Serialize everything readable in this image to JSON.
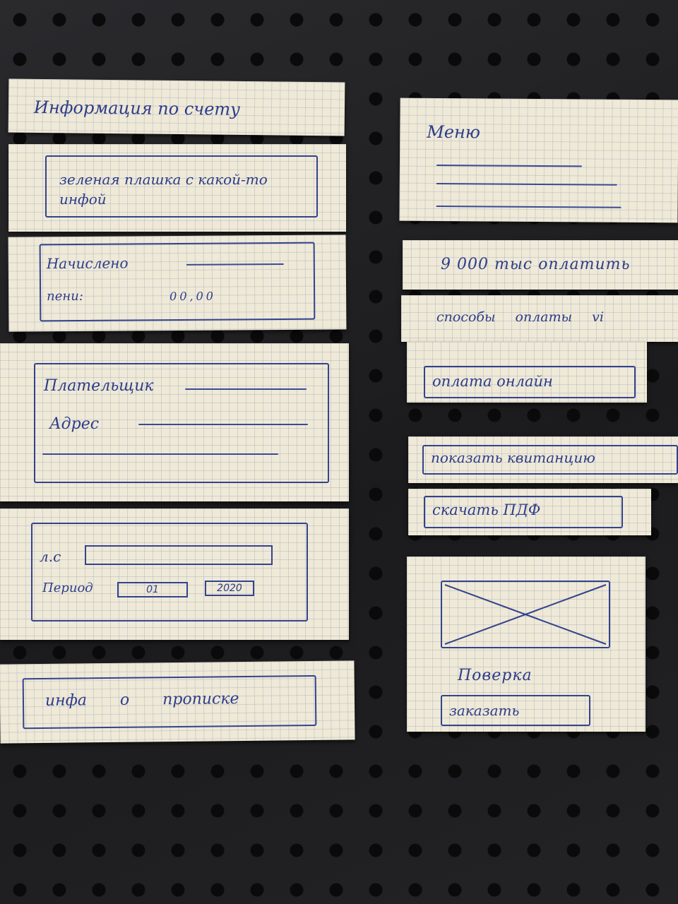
{
  "left_column": {
    "title": "Информация по счету",
    "banner_text": "зеленая плашка с какой-то инфой",
    "accrued_label": "Начислено",
    "penalty_label": "пени:",
    "penalty_value": "00,00",
    "payer_label": "Плательщик",
    "address_label": "Адрес",
    "account_label": "л.с",
    "period_label": "Период",
    "period_month": "01",
    "period_year": "2020",
    "registration_info": "инфа о прописке"
  },
  "right_column": {
    "menu_label": "Меню",
    "amount_text": "9 000 тыс оплатить",
    "payment_methods": "способы оплаты vi",
    "pay_online": "оплата онлайн",
    "show_receipt": "показать квитанцию",
    "download_pdf": "скачать ПДФ",
    "check_label": "Поверка",
    "order_button": "заказать"
  },
  "colors": {
    "paper": "#efe9d7",
    "ink": "#2c3d8a",
    "board": "#1d1d1f"
  }
}
